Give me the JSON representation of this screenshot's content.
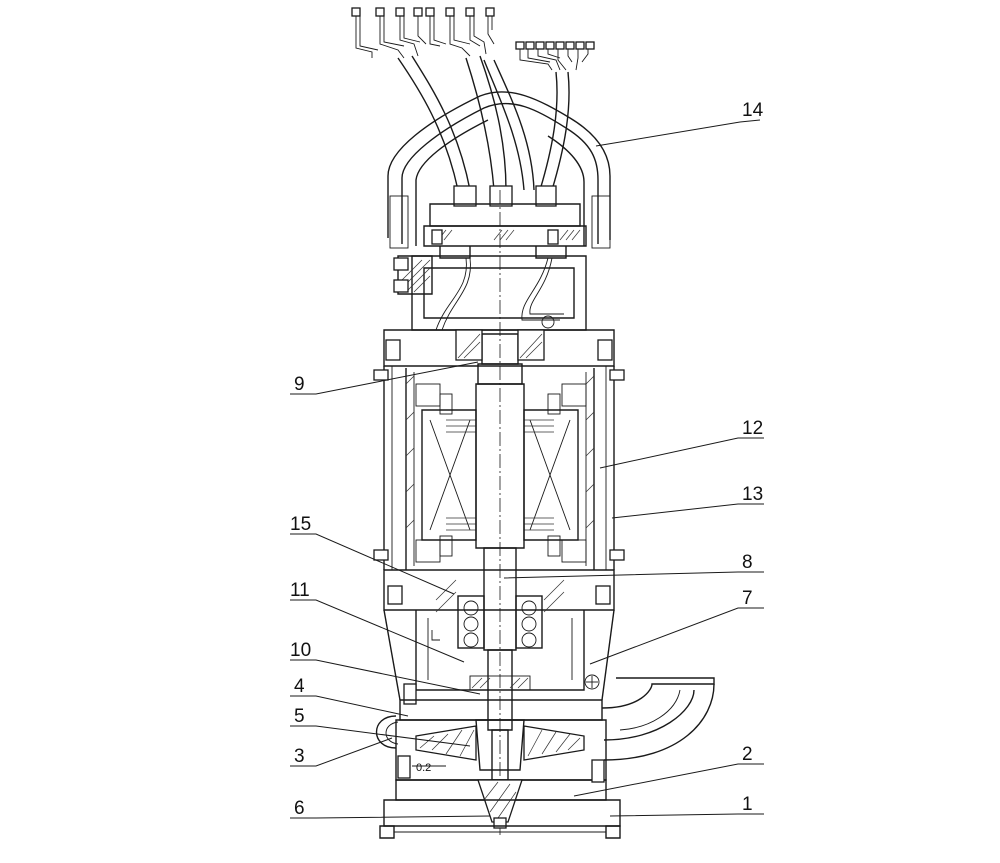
{
  "drawing": {
    "callouts": [
      {
        "id": "c1",
        "label": "1"
      },
      {
        "id": "c2",
        "label": "2"
      },
      {
        "id": "c3",
        "label": "3"
      },
      {
        "id": "c4",
        "label": "4"
      },
      {
        "id": "c5",
        "label": "5"
      },
      {
        "id": "c6",
        "label": "6"
      },
      {
        "id": "c7",
        "label": "7"
      },
      {
        "id": "c8",
        "label": "8"
      },
      {
        "id": "c9",
        "label": "9"
      },
      {
        "id": "c10",
        "label": "10"
      },
      {
        "id": "c11",
        "label": "11"
      },
      {
        "id": "c12",
        "label": "12"
      },
      {
        "id": "c13",
        "label": "13"
      },
      {
        "id": "c14",
        "label": "14"
      },
      {
        "id": "c15",
        "label": "15"
      }
    ],
    "dimension_note": "0.2",
    "colors": {
      "line": "#1a1a1a",
      "background": "#ffffff"
    }
  }
}
